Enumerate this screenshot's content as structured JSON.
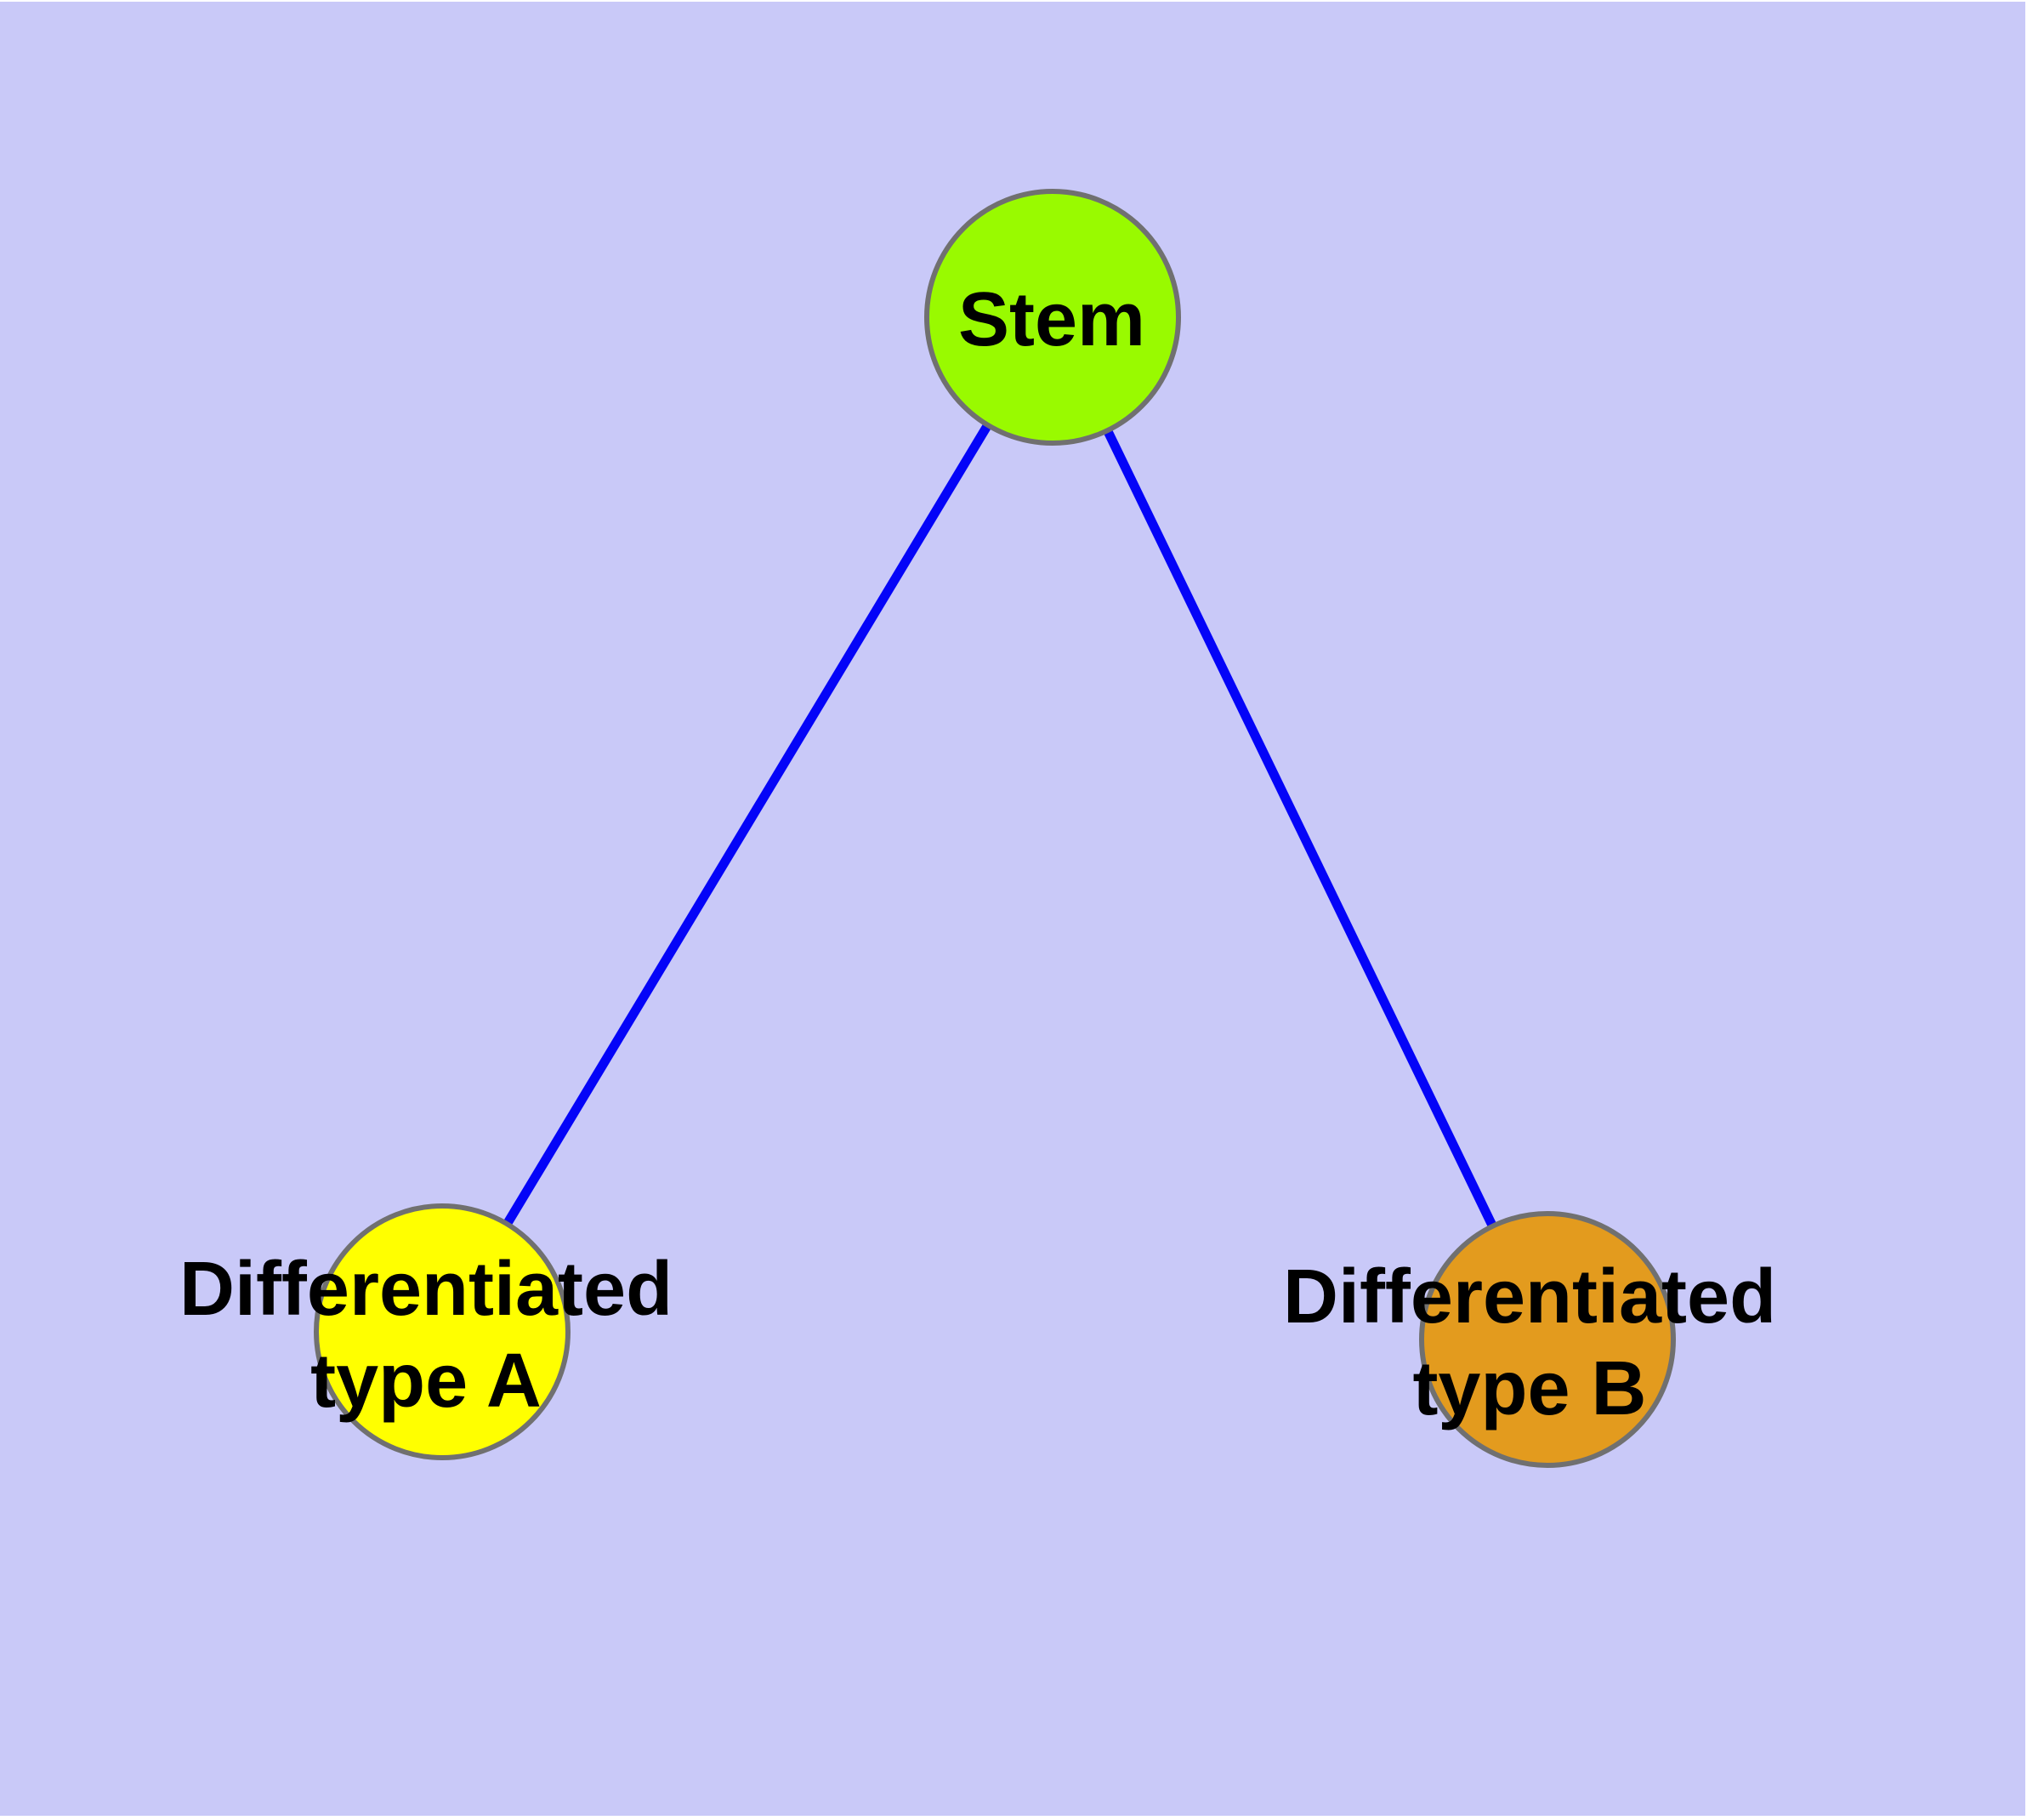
{
  "colors": {
    "background": "#C9C9F8",
    "edge": "#0404F8",
    "node_border": "#707070",
    "stem_fill": "#99FA00",
    "type_a_fill": "#FFFF00",
    "type_b_fill": "#E39B1E",
    "label_text": "#000000"
  },
  "nodes": {
    "stem": {
      "label": "Stem"
    },
    "type_a": {
      "label_line1": "Differentiated",
      "label_line2": "type A"
    },
    "type_b": {
      "label_line1": "Differentiated",
      "label_line2": "type B"
    }
  },
  "edges": [
    {
      "from": "stem",
      "to": "type_a"
    },
    {
      "from": "stem",
      "to": "type_b"
    }
  ]
}
